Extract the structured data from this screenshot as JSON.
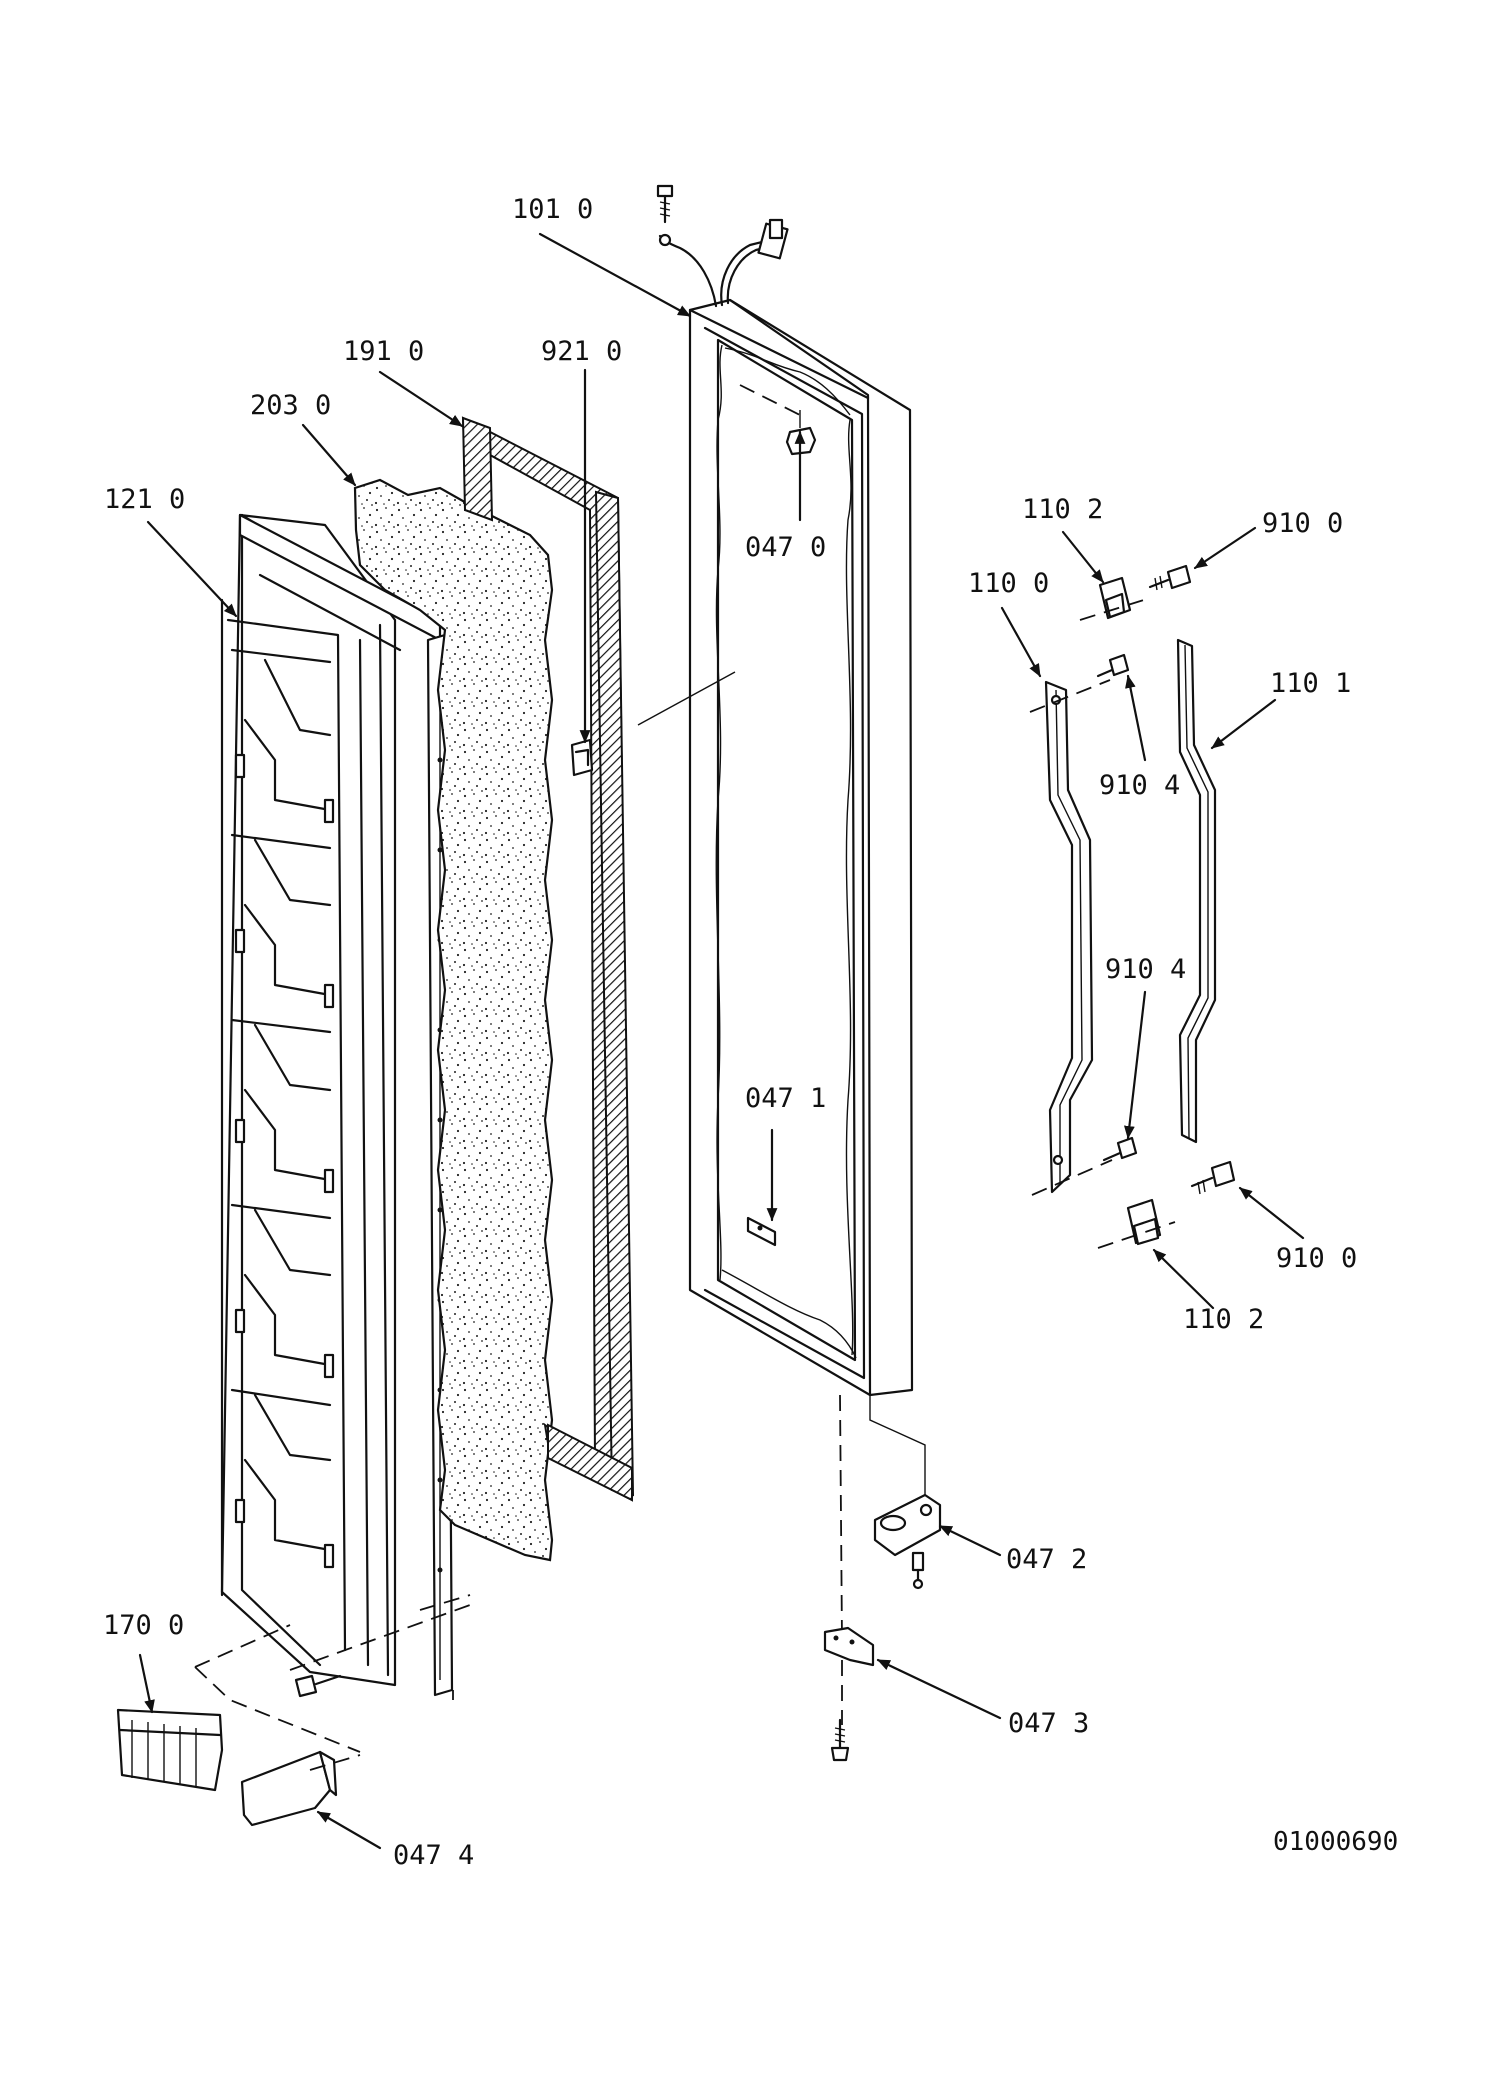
{
  "callouts": [
    {
      "id": "101",
      "text": "101 0"
    },
    {
      "id": "191",
      "text": "191 0"
    },
    {
      "id": "921",
      "text": "921 0"
    },
    {
      "id": "203",
      "text": "203 0"
    },
    {
      "id": "121",
      "text": "121 0"
    },
    {
      "id": "047-0",
      "text": "047 0"
    },
    {
      "id": "110-2a",
      "text": "110 2"
    },
    {
      "id": "910-0a",
      "text": "910 0"
    },
    {
      "id": "110-0",
      "text": "110 0"
    },
    {
      "id": "110-1",
      "text": "110 1"
    },
    {
      "id": "910-4a",
      "text": "910 4"
    },
    {
      "id": "910-4b",
      "text": "910 4"
    },
    {
      "id": "047-1",
      "text": "047 1"
    },
    {
      "id": "910-0b",
      "text": "910 0"
    },
    {
      "id": "110-2b",
      "text": "110 2"
    },
    {
      "id": "047-2",
      "text": "047 2"
    },
    {
      "id": "047-3",
      "text": "047 3"
    },
    {
      "id": "170",
      "text": "170 0"
    },
    {
      "id": "047-4",
      "text": "047 4"
    }
  ],
  "document_id": "01000690"
}
